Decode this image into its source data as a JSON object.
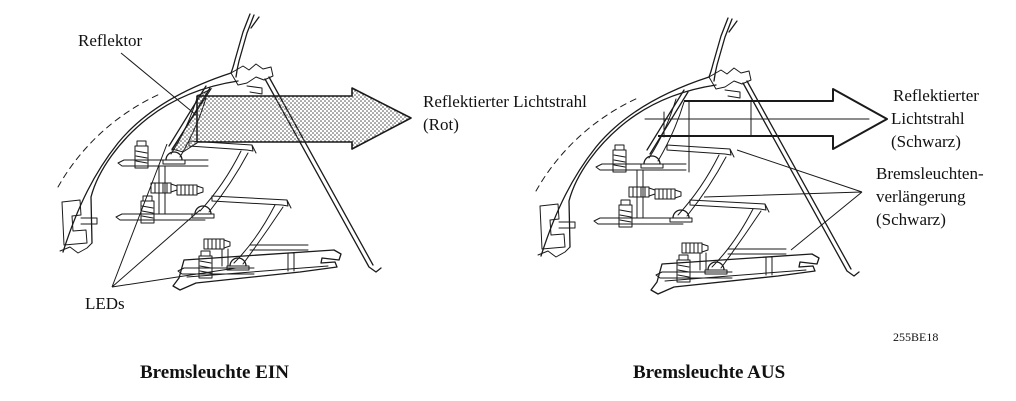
{
  "figure_code": "255BE18",
  "colors": {
    "line": "#1a1a1a",
    "background": "#ffffff",
    "stipple_dot": "#4a4a4a"
  },
  "panel_on": {
    "caption": "Bremsleuchte EIN",
    "reflector_label": "Reflektor",
    "leds_label": "LEDs",
    "beam_label_line1": "Reflektierter Lichtstrahl",
    "beam_label_line2": "(Rot)"
  },
  "panel_off": {
    "caption": "Bremsleuchte AUS",
    "beam_label_line1": "Reflektierter",
    "beam_label_line2": "Lichtstrahl",
    "beam_label_line3": "(Schwarz)",
    "extension_label_line1": "Bremsleuchten-",
    "extension_label_line2": "verlängerung",
    "extension_label_line3": "(Schwarz)"
  }
}
